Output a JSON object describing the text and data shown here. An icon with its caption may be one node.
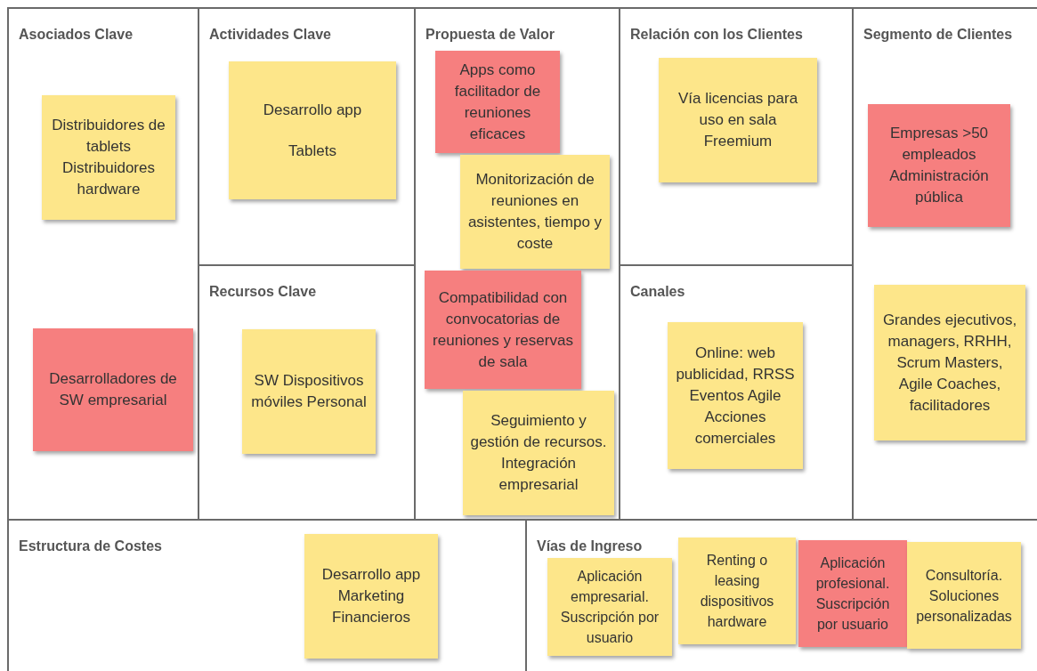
{
  "diagram": {
    "nodes": [
      {
        "text": [
          "Asociados Clave"
        ]
      },
      {
        "text": [
          "Distribuidores de tablets Distribuidores hardware"
        ],
        "in": 0
      },
      {
        "text": [
          "Desarrolladores de SW empresarial"
        ],
        "in": 0
      },
      {
        "text": [
          "Actividades Clave"
        ]
      },
      {
        "text": [
          "Desarrollo app",
          "Tablets"
        ],
        "in": 3
      },
      {
        "text": [
          "Recursos Clave"
        ]
      },
      {
        "text": [
          "SW Dispositivos móviles Personal"
        ],
        "in": 5
      },
      {
        "text": [
          "Propuesta de Valor"
        ]
      },
      {
        "text": [
          "Apps como facilitador de reuniones eficaces"
        ],
        "in": 7
      },
      {
        "text": [
          "Monitorización de reuniones en asistentes, tiempo y coste"
        ],
        "in": 7
      },
      {
        "text": [
          "Compatibilidad con convocatorias de reuniones y reservas de sala"
        ],
        "in": 7
      },
      {
        "text": [
          "Seguimiento y gestión de recursos. Integración empresarial"
        ],
        "in": 7
      },
      {
        "text": [
          "Relación con los Clientes"
        ]
      },
      {
        "text": [
          "Vía licencias para uso en sala Freemium"
        ],
        "in": 12
      },
      {
        "text": [
          "Canales"
        ]
      },
      {
        "text": [
          "Online: web publicidad, RRSS Eventos Agile Acciones comerciales"
        ],
        "in": 14
      },
      {
        "text": [
          "Segmento de Clientes"
        ]
      },
      {
        "text": [
          "Empresas >50 empleados Administración pública"
        ],
        "in": 16
      },
      {
        "text": [
          "Grandes ejecutivos, managers, RRHH, Scrum Masters, Agile Coaches, facilitadores"
        ],
        "in": 16
      },
      {
        "text": [
          "Estructura de Costes"
        ]
      },
      {
        "text": [
          "Desarrollo app Marketing Financieros"
        ],
        "in": 19
      },
      {
        "text": [
          "Vías de Ingreso"
        ]
      },
      {
        "text": [
          "Aplicación empresarial. Suscripción por usuario"
        ],
        "in": 21
      },
      {
        "text": [
          "Renting o leasing dispositivos hardware"
        ],
        "in": 21
      },
      {
        "text": [
          "Aplicación profesional. Suscripción por usuario"
        ],
        "in": 21
      },
      {
        "text": [
          "Consultoría. Soluciones personalizadas"
        ],
        "in": 21
      }
    ],
    "edges": []
  }
}
